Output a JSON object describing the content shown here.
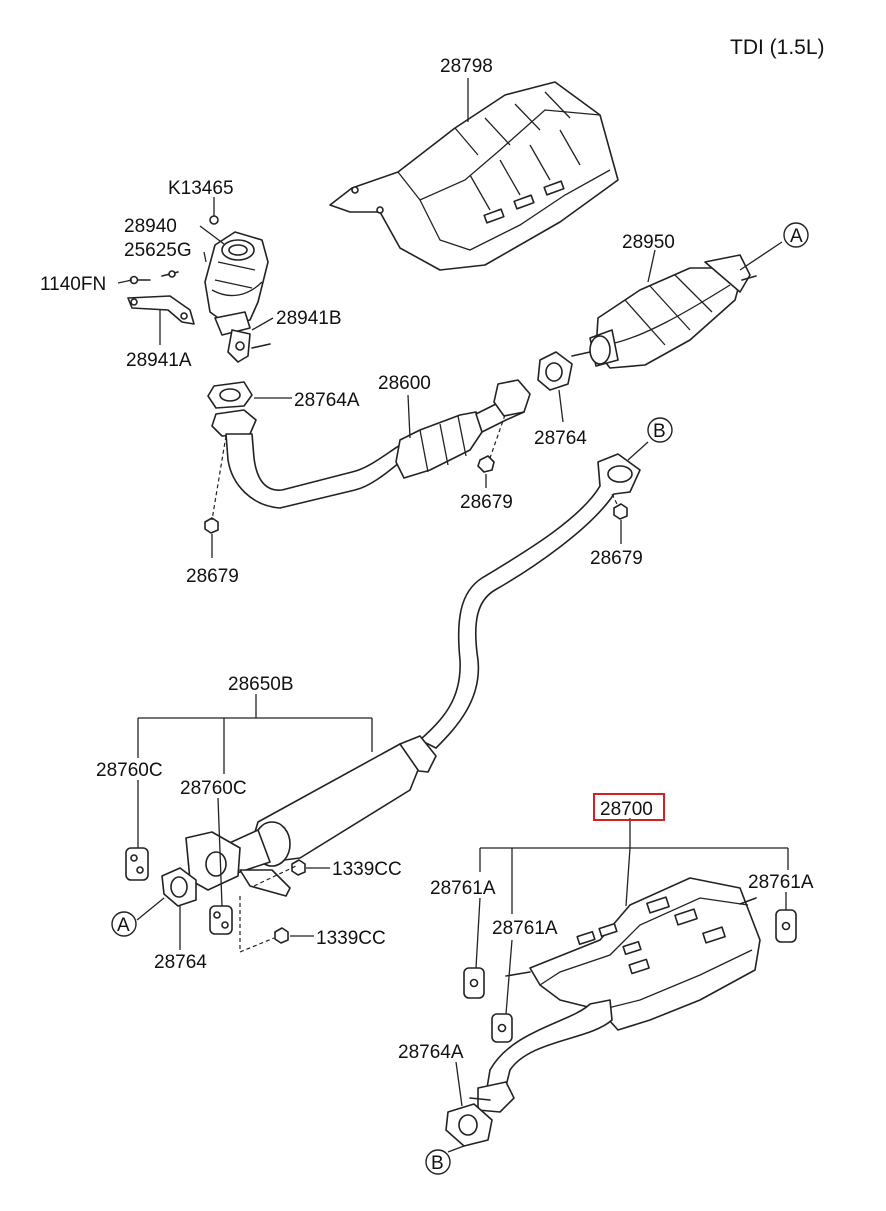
{
  "title": "TDI (1.5L)",
  "highlight_color": "#d62020",
  "labels": {
    "p28798": "28798",
    "k13465": "K13465",
    "p28940": "28940",
    "p25625g": "25625G",
    "p1140fn": "1140FN",
    "p28941b": "28941B",
    "p28941a": "28941A",
    "p28950": "28950",
    "p28764a_top": "28764A",
    "p28600": "28600",
    "p28764_top": "28764",
    "p28679_mid": "28679",
    "p28679_left": "28679",
    "p28679_right": "28679",
    "p28650b": "28650B",
    "p28760c_1": "28760C",
    "p28760c_2": "28760C",
    "p1339cc_1": "1339CC",
    "p1339cc_2": "1339CC",
    "p28764_bottom": "28764",
    "p28700": "28700",
    "p28761a_1": "28761A",
    "p28761a_2": "28761A",
    "p28761a_3": "28761A",
    "p28764a_bottom": "28764A"
  },
  "refs": {
    "a_top": "A",
    "b_top": "B",
    "a_bottom": "A",
    "b_bottom": "B"
  }
}
